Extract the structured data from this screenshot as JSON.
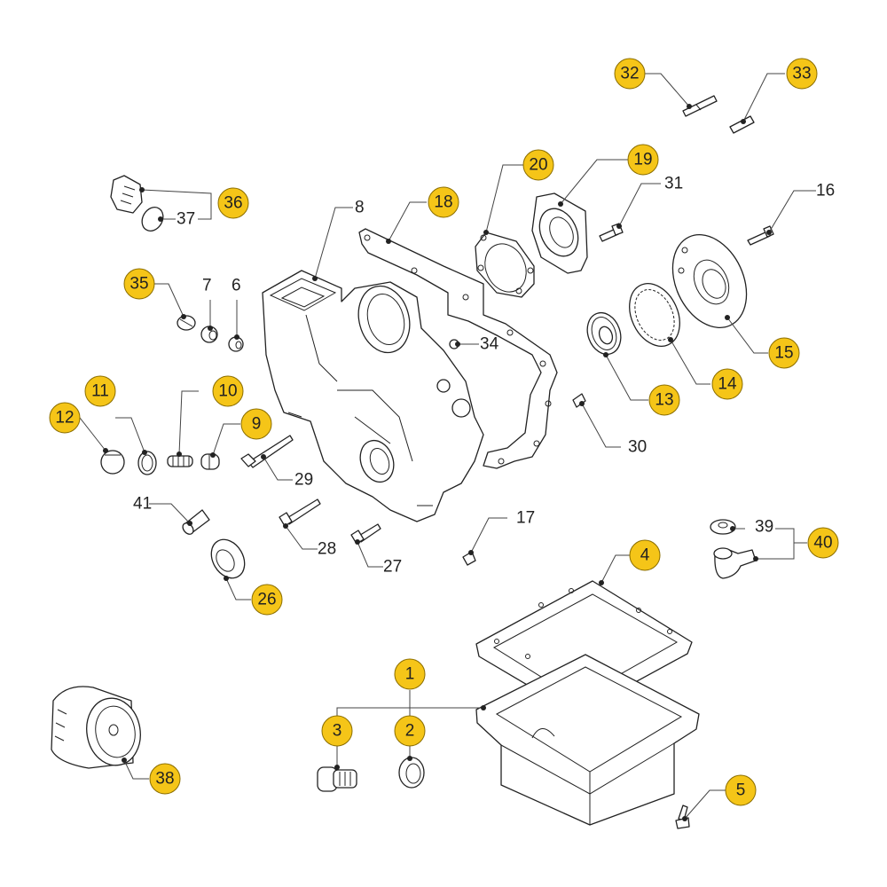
{
  "diagram": {
    "title": "Exploded parts diagram – engine front cover, oil pan and oil pump",
    "badge_color": "#f5c518",
    "callouts": {
      "c1": "1",
      "c2": "2",
      "c3": "3",
      "c4": "4",
      "c5": "5",
      "c6": "6",
      "c7": "7",
      "c8": "8",
      "c9": "9",
      "c10": "10",
      "c11": "11",
      "c12": "12",
      "c13": "13",
      "c14": "14",
      "c15": "15",
      "c16": "16",
      "c17": "17",
      "c18": "18",
      "c19": "19",
      "c20": "20",
      "c26": "26",
      "c27": "27",
      "c28": "28",
      "c29": "29",
      "c30": "30",
      "c31": "31",
      "c32": "32",
      "c33": "33",
      "c34": "34",
      "c35": "35",
      "c36": "36",
      "c37": "37",
      "c38": "38",
      "c39": "39",
      "c40": "40",
      "c41": "41"
    }
  }
}
